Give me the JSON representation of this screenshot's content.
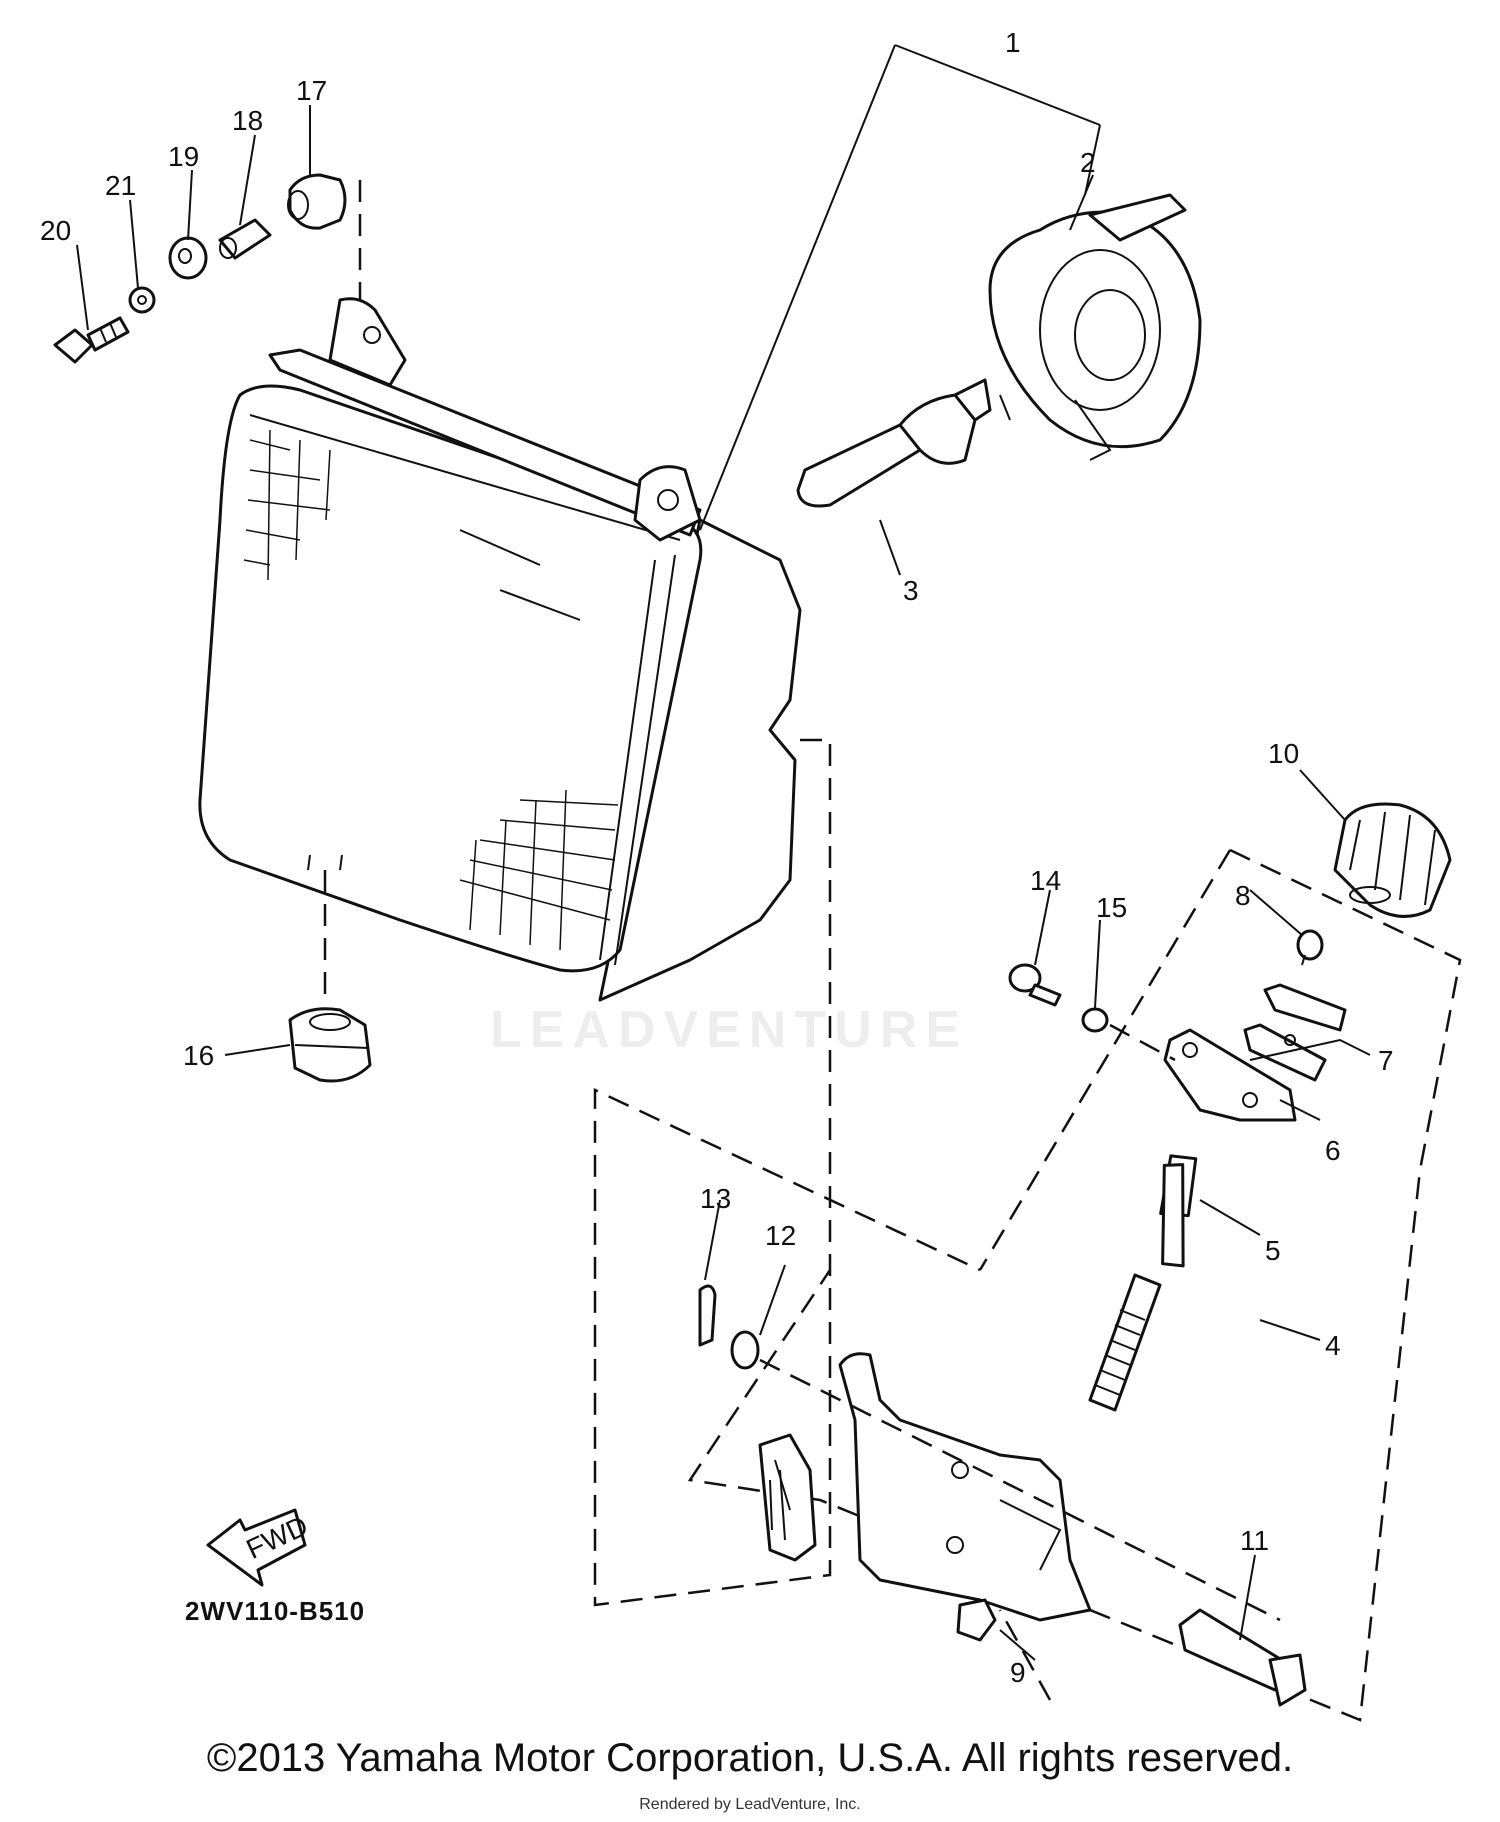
{
  "diagram": {
    "callouts": [
      "1",
      "2",
      "3",
      "4",
      "5",
      "6",
      "7",
      "8",
      "9",
      "10",
      "11",
      "12",
      "13",
      "14",
      "15",
      "16",
      "17",
      "18",
      "19",
      "20",
      "21"
    ],
    "drawing_code": "2WV110-B510",
    "fwd_label": "FWD"
  },
  "watermark": "LEADVENTURE",
  "footer": {
    "copyright": "©2013 Yamaha Motor Corporation, U.S.A. All rights reserved.",
    "rendered_by": "Rendered by LeadVenture, Inc."
  }
}
